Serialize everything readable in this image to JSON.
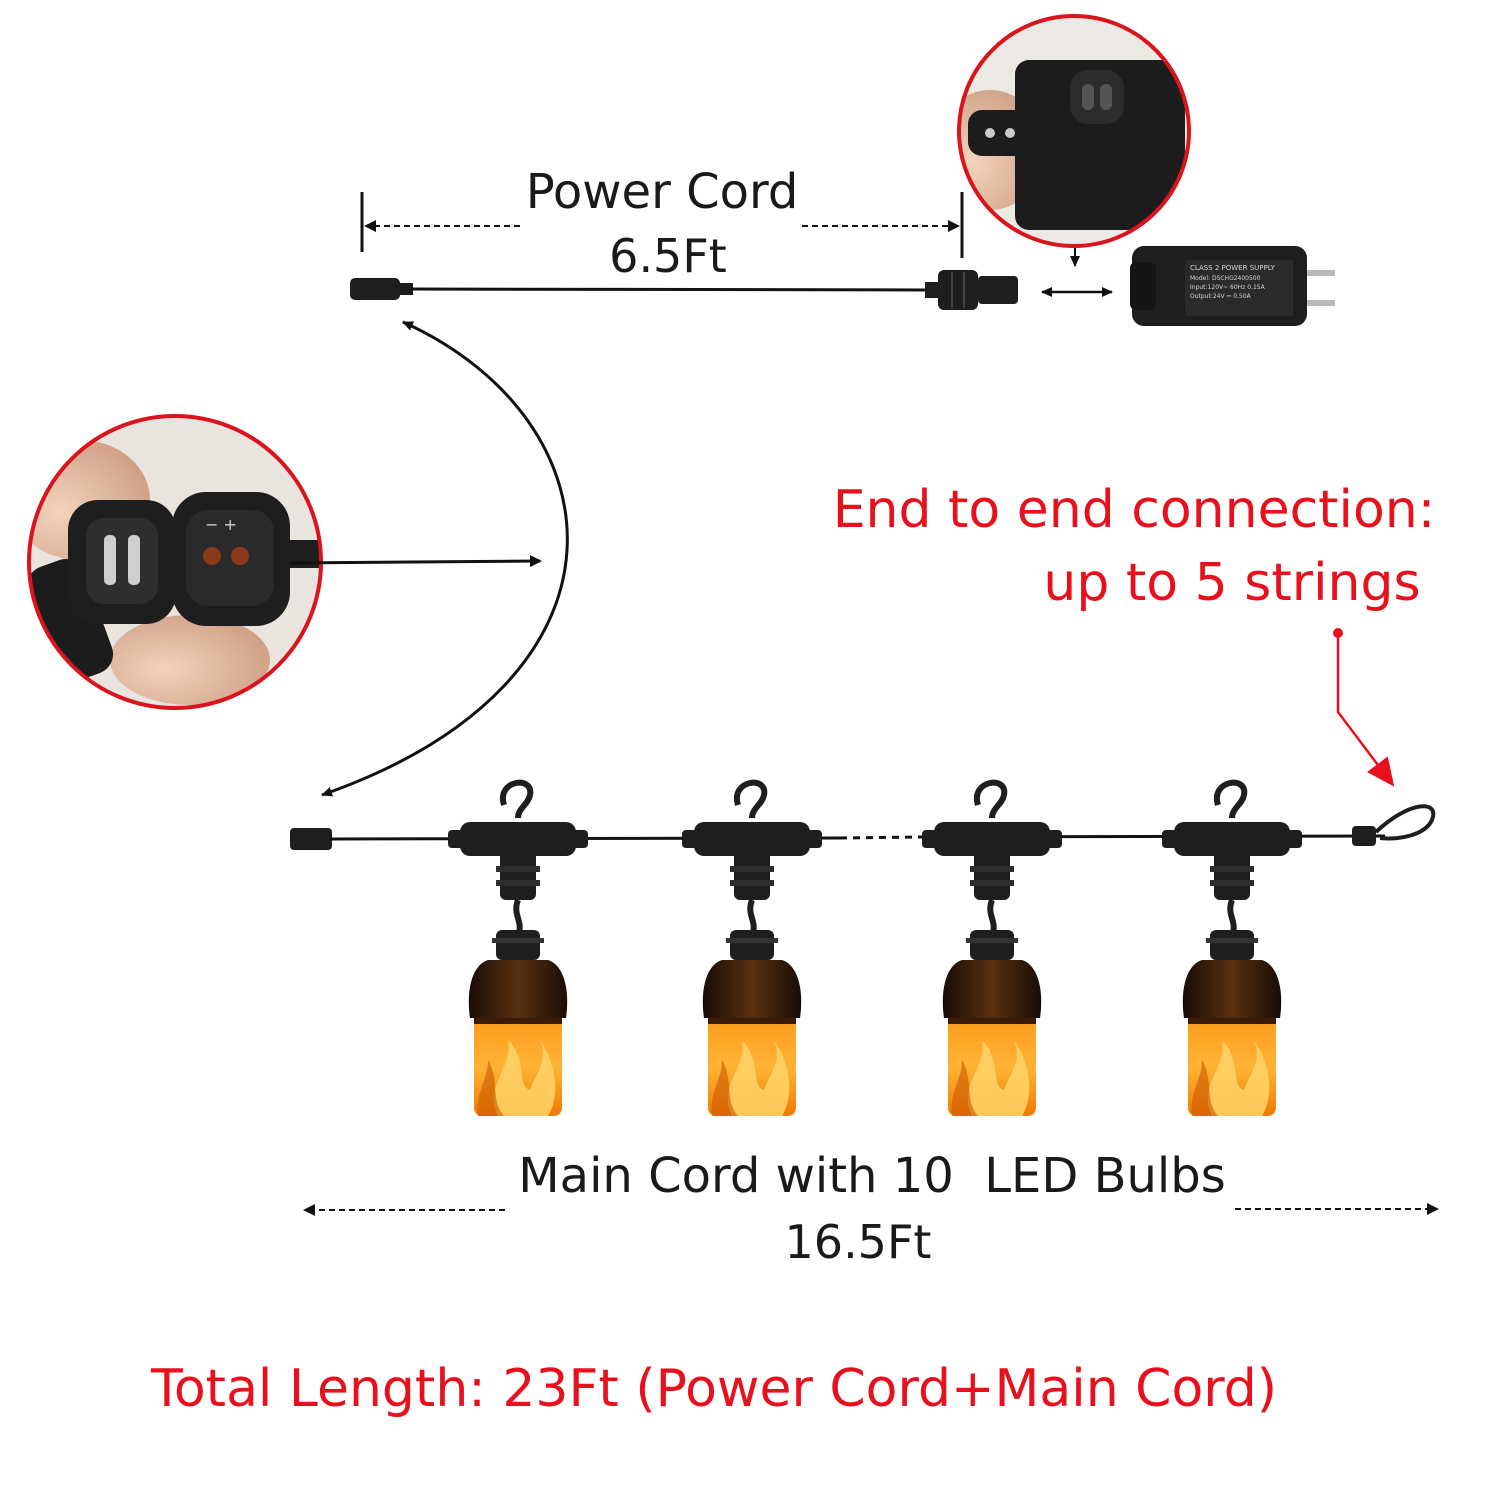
{
  "power_cord": {
    "title": "Power Cord",
    "length": "6.5Ft"
  },
  "main_cord": {
    "title": "Main Cord with 10  LED Bulbs",
    "length": "16.5Ft"
  },
  "connection_note": {
    "line1": "End to end connection:",
    "line2": "up to 5 strings"
  },
  "total_length": "Total Length: 23Ft (Power Cord+Main Cord)",
  "adapter_label": {
    "l1": "CLASS 2 POWER SUPPLY",
    "l2": "Model: DSCHG2400500",
    "l3": "Input:120V~ 60Hz 0.15A",
    "l4": "Output:24V ⎓ 0.50A"
  },
  "colors": {
    "text": "#1a1a1a",
    "accent_red": "#e8101c",
    "cord": "#111111",
    "flame_light": "#ffb020",
    "flame_dark": "#e86a00",
    "connector": "#1e1e1e"
  },
  "bulb_count_shown": 4
}
